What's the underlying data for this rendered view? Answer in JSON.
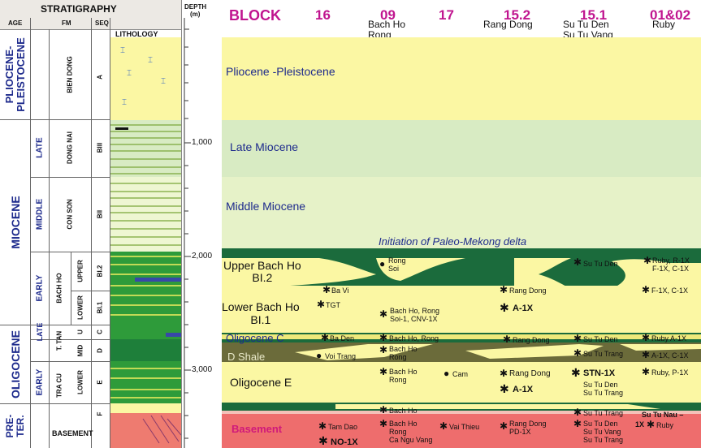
{
  "header": {
    "stratigraphy": "STRATIGRAPHY",
    "depth_line1": "DEPTH",
    "depth_line2": "(m)",
    "block": "BLOCK",
    "age": "AGE",
    "fm": "FM",
    "seq": "SEQ",
    "lithology": "LITHOLOGY"
  },
  "blocks": [
    "16",
    "09",
    "17",
    "15.2",
    "15.1",
    "01&02"
  ],
  "fields": {
    "f09": [
      "Bach Ho",
      "Rong"
    ],
    "f152": [
      "Rang Dong"
    ],
    "f151": [
      "Su Tu Den",
      "Su Tu Vang"
    ],
    "f0102": [
      "Ruby"
    ]
  },
  "ages": {
    "pliocene_pleistocene": "PLIOCENE-\nPLEISTOCENE",
    "miocene": "MIOCENE",
    "oligocene": "OLIGOCENE",
    "pre_tertiary": "PRE-\nTER.",
    "late": "LATE",
    "middle": "MIDDLE",
    "early": "EARLY",
    "late2": "LATE",
    "early2": "EARLY"
  },
  "formations": {
    "bien_dong": "BIEN DONG",
    "dong_nai": "DONG NAI",
    "con_son": "CON SON",
    "bach_ho": "BACH HO",
    "upper": "UPPER",
    "lower": "LOWER",
    "tra_tan": "T. TAN",
    "tra_cu": "TRA CU",
    "mid": "MID",
    "u": "U",
    "lower2": "LOWER",
    "basement": "BASEMENT"
  },
  "sequences": [
    "A",
    "BIII",
    "BII",
    "BI.2",
    "BI.1",
    "C",
    "D",
    "E",
    "F"
  ],
  "depths": [
    "1,000",
    "2,000",
    "3,000"
  ],
  "units": {
    "pliocene": "Pliocene -Pleistocene",
    "late_miocene": "Late Miocene",
    "middle_miocene": "Middle Miocene",
    "paleo_mekong": "Initiation of Paleo-Mekong delta",
    "upper_bach_ho": "Upper Bach Ho\nBI.2",
    "lower_bach_ho": "Lower Bach Ho\nBI.1",
    "oligocene_c": "Oligocene C",
    "d_shale": "D Shale",
    "oligocene_e": "Oligocene E",
    "basement": "Basement"
  },
  "wells": {
    "rong_soi": "Rong\nSoi",
    "su_tu_den_bi2": "Su Tu Den",
    "ruby_r1x": "Ruby, R-1X\nF-1X, C-1X",
    "ba_vi": "Ba Vi",
    "tgt": "TGT",
    "bach_ho_rong_soi": "Bach Ho, Rong\nSoi-1, CNV-1X",
    "rang_dong_bi1": "Rang Dong",
    "a1x_bi1": "A-1X",
    "f1x_c1x": "F-1X, C-1X",
    "ba_den": "Ba Den",
    "bach_ho_rong_c": "Bach Ho, Rong",
    "rang_dong_c": "Rang Dong",
    "su_tu_den_c": "Su Tu Den",
    "ruby_a1x": "Ruby A-1X",
    "voi_trang": "Voi Trang",
    "bach_ho_rong_d": "Bach Ho\nRong",
    "su_tu_trang_d": "Su Tu Trang",
    "a1x_c1x": "A-1X, C-1X",
    "bach_ho_rong_e": "Bach Ho\nRong",
    "cam": "Cam",
    "rang_dong_e": "Rang Dong",
    "a1x_e": "A-1X",
    "stn1x": "STN-1X",
    "su_tu_den_trang_e": "Su Tu Den\nSu Tu Trang",
    "ruby_p1x": "Ruby, P-1X",
    "bach_ho_f": "Bach Ho",
    "su_tu_trang_f": "Su Tu Trang",
    "su_tu_nau": "Su Tu Nau –",
    "tam_dao": "Tam Dao",
    "no1x": "NO-1X",
    "bach_ho_rong_ca_ngu_vang": "Bach Ho\nRong\nCa Ngu Vang",
    "vai_thieu": "Vai Thieu",
    "rang_dong_pd1x": "Rang Dong\nPD-1X",
    "su_tu_den_vang_trang": "Su Tu Den\nSu Tu Vang\nSu Tu Trang",
    "one_x": "1X",
    "ruby_bm": "Ruby"
  },
  "colors": {
    "yellow": "#fbf7a3",
    "bright_yellow": "#fff03a",
    "pale_green": "#d8ebc3",
    "light_green": "#e3f1c6",
    "dark_green": "#1b6b3c",
    "olive": "#6b6b3a",
    "basement_red": "#ee6d6d",
    "magenta": "#c0158f",
    "navy": "#1d2a8c"
  }
}
